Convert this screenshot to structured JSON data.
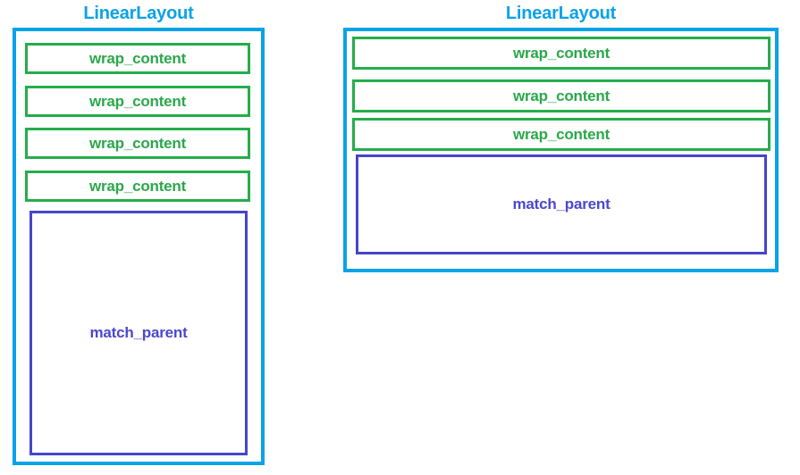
{
  "colors": {
    "container_border": "#0aa2e8",
    "title_text": "#0aa2e8",
    "wrap_border": "#25ad4b",
    "wrap_text": "#2aa84a",
    "match_border": "#4545cd",
    "match_text": "#4a47cf",
    "background": "#ffffff"
  },
  "diagram": {
    "left": {
      "title": "LinearLayout",
      "children": [
        {
          "label": "wrap_content",
          "kind": "wrap_content"
        },
        {
          "label": "wrap_content",
          "kind": "wrap_content"
        },
        {
          "label": "wrap_content",
          "kind": "wrap_content"
        },
        {
          "label": "wrap_content",
          "kind": "wrap_content"
        },
        {
          "label": "match_parent",
          "kind": "match_parent"
        }
      ]
    },
    "right": {
      "title": "LinearLayout",
      "children": [
        {
          "label": "wrap_content",
          "kind": "wrap_content"
        },
        {
          "label": "wrap_content",
          "kind": "wrap_content"
        },
        {
          "label": "wrap_content",
          "kind": "wrap_content"
        },
        {
          "label": "match_parent",
          "kind": "match_parent"
        }
      ]
    }
  }
}
